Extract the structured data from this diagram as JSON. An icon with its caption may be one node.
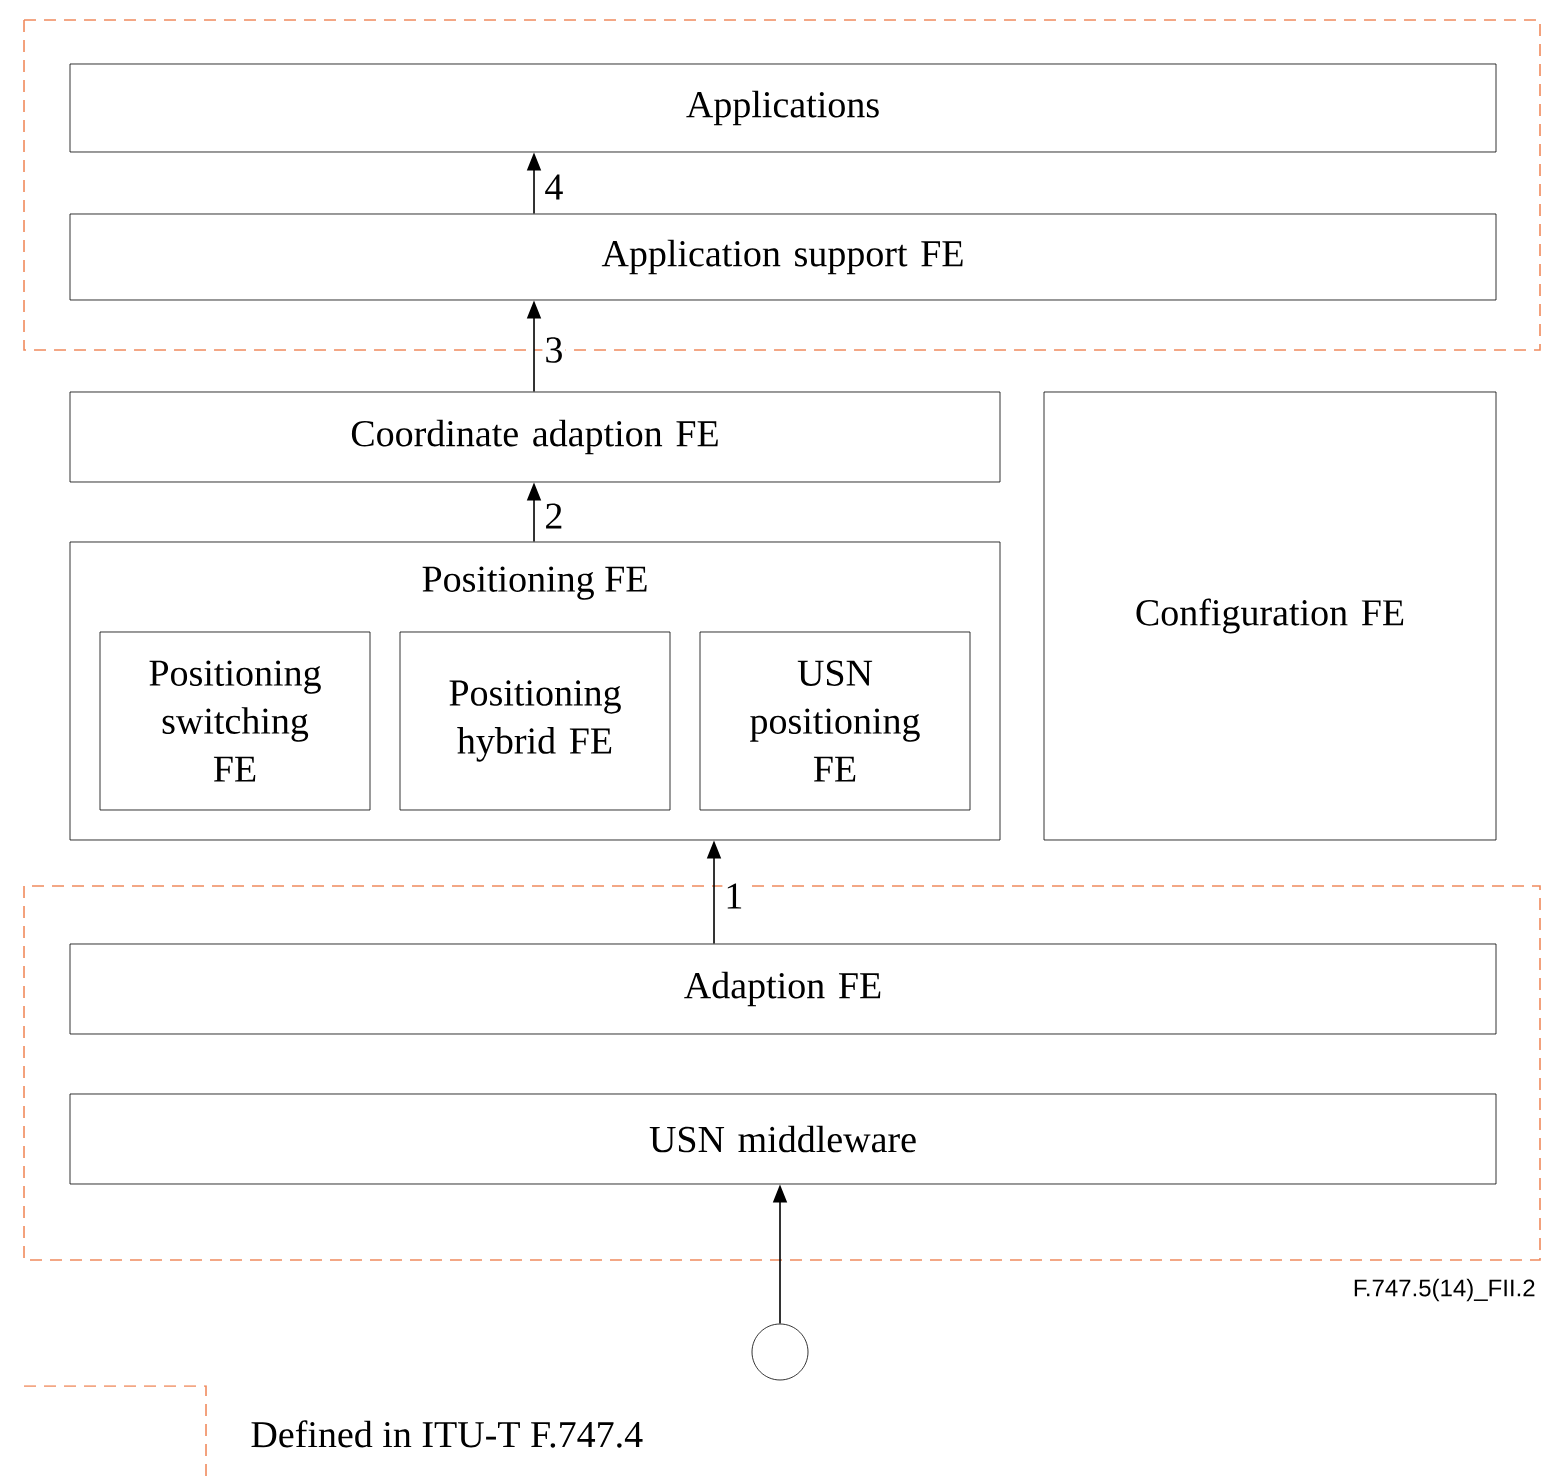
{
  "diagram": {
    "nodes": [
      {
        "text": [
          "Applications"
        ]
      },
      {
        "text": [
          "Application support FE"
        ]
      },
      {
        "text": [
          "Coordinate adaption FE"
        ]
      },
      {
        "text": [
          "Positioning FE"
        ]
      },
      {
        "text": [
          "Positioning switching FE"
        ],
        "in": 3
      },
      {
        "text": [
          "Positioning hybrid FE"
        ],
        "in": 3
      },
      {
        "text": [
          "USN positioning FE"
        ],
        "in": 3
      },
      {
        "text": [
          "Configuration FE"
        ]
      },
      {
        "text": [
          "Adaption FE"
        ]
      },
      {
        "text": [
          "USN middleware"
        ]
      },
      {
        "text": [],
        "shape": "circle"
      }
    ],
    "edges": [
      {
        "from": 10,
        "to": 9,
        "arrow": "to"
      },
      {
        "from": 8,
        "to": 3,
        "arrow": "to",
        "label": "1"
      },
      {
        "from": 3,
        "to": 2,
        "arrow": "to",
        "label": "2"
      },
      {
        "from": 2,
        "to": 1,
        "arrow": "to",
        "label": "3"
      },
      {
        "from": 1,
        "to": 0,
        "arrow": "to",
        "label": "4"
      }
    ],
    "labels": [
      "F.747.5(14)_FII.2"
    ],
    "legend": [
      {
        "text": "Defined in ITU-T F.747.4"
      }
    ]
  }
}
